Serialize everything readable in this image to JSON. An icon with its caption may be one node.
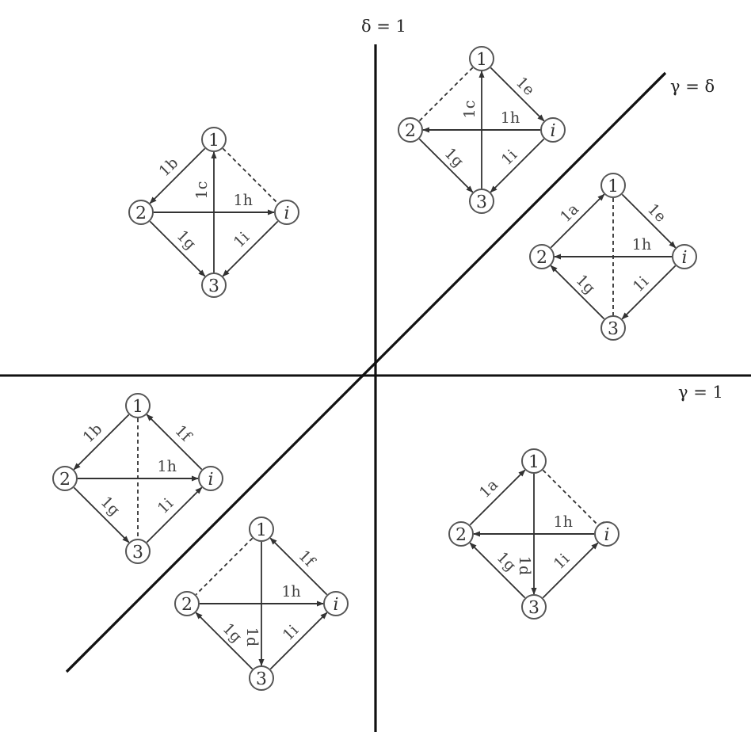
{
  "diagram": {
    "nodes": [
      {
        "text": [
          "1"
        ]
      },
      {
        "text": [
          "2"
        ]
      },
      {
        "text": [
          "i"
        ]
      },
      {
        "text": [
          "3"
        ]
      },
      {
        "text": [
          "1"
        ]
      },
      {
        "text": [
          "2"
        ]
      },
      {
        "text": [
          "i"
        ]
      },
      {
        "text": [
          "3"
        ]
      },
      {
        "text": [
          "1"
        ]
      },
      {
        "text": [
          "2"
        ]
      },
      {
        "text": [
          "i"
        ]
      },
      {
        "text": [
          "3"
        ]
      },
      {
        "text": [
          "1"
        ]
      },
      {
        "text": [
          "2"
        ]
      },
      {
        "text": [
          "i"
        ]
      },
      {
        "text": [
          "3"
        ]
      },
      {
        "text": [
          "1"
        ]
      },
      {
        "text": [
          "2"
        ]
      },
      {
        "text": [
          "i"
        ]
      },
      {
        "text": [
          "3"
        ]
      },
      {
        "text": [
          "1"
        ]
      },
      {
        "text": [
          "2"
        ]
      },
      {
        "text": [
          "i"
        ]
      },
      {
        "text": [
          "3"
        ]
      }
    ],
    "edges": [
      {
        "from": 0,
        "to": 1,
        "arrow": "none",
        "style": "dashed"
      },
      {
        "from": 0,
        "to": 2,
        "arrow": "to",
        "label": "1e"
      },
      {
        "from": 3,
        "to": 0,
        "arrow": "to",
        "label": "1c"
      },
      {
        "from": 2,
        "to": 1,
        "arrow": "to",
        "label": "1h"
      },
      {
        "from": 1,
        "to": 3,
        "arrow": "to",
        "label": "1g"
      },
      {
        "from": 2,
        "to": 3,
        "arrow": "to",
        "label": "1i"
      },
      {
        "from": 4,
        "to": 5,
        "arrow": "to",
        "label": "1b"
      },
      {
        "from": 4,
        "to": 6,
        "arrow": "none",
        "style": "dashed"
      },
      {
        "from": 7,
        "to": 4,
        "arrow": "to",
        "label": "1c"
      },
      {
        "from": 5,
        "to": 6,
        "arrow": "to",
        "label": "1h"
      },
      {
        "from": 5,
        "to": 7,
        "arrow": "to",
        "label": "1g"
      },
      {
        "from": 6,
        "to": 7,
        "arrow": "to",
        "label": "1i"
      },
      {
        "from": 9,
        "to": 8,
        "arrow": "to",
        "label": "1a"
      },
      {
        "from": 8,
        "to": 10,
        "arrow": "to",
        "label": "1e"
      },
      {
        "from": 8,
        "to": 11,
        "arrow": "none",
        "style": "dashed"
      },
      {
        "from": 10,
        "to": 9,
        "arrow": "to",
        "label": "1h"
      },
      {
        "from": 11,
        "to": 9,
        "arrow": "to",
        "label": "1g"
      },
      {
        "from": 10,
        "to": 11,
        "arrow": "to",
        "label": "1i"
      },
      {
        "from": 12,
        "to": 13,
        "arrow": "to",
        "label": "1b"
      },
      {
        "from": 14,
        "to": 12,
        "arrow": "to",
        "label": "1f"
      },
      {
        "from": 12,
        "to": 15,
        "arrow": "none",
        "style": "dashed"
      },
      {
        "from": 13,
        "to": 14,
        "arrow": "to",
        "label": "1h"
      },
      {
        "from": 13,
        "to": 15,
        "arrow": "to",
        "label": "1g"
      },
      {
        "from": 15,
        "to": 14,
        "arrow": "to",
        "label": "1i"
      },
      {
        "from": 17,
        "to": 16,
        "arrow": "to",
        "label": "1a"
      },
      {
        "from": 16,
        "to": 18,
        "arrow": "none",
        "style": "dashed"
      },
      {
        "from": 16,
        "to": 19,
        "arrow": "to",
        "label": "1d"
      },
      {
        "from": 18,
        "to": 17,
        "arrow": "to",
        "label": "1h"
      },
      {
        "from": 19,
        "to": 17,
        "arrow": "to",
        "label": "1g"
      },
      {
        "from": 19,
        "to": 18,
        "arrow": "to",
        "label": "1i"
      },
      {
        "from": 20,
        "to": 21,
        "arrow": "none",
        "style": "dashed"
      },
      {
        "from": 22,
        "to": 20,
        "arrow": "to",
        "label": "1f"
      },
      {
        "from": 20,
        "to": 23,
        "arrow": "to",
        "label": "1d"
      },
      {
        "from": 21,
        "to": 22,
        "arrow": "to",
        "label": "1h"
      },
      {
        "from": 23,
        "to": 21,
        "arrow": "to",
        "label": "1g"
      },
      {
        "from": 23,
        "to": 22,
        "arrow": "to",
        "label": "1i"
      }
    ],
    "labels": [
      "δ = 1",
      "γ = δ",
      "γ = 1"
    ]
  }
}
